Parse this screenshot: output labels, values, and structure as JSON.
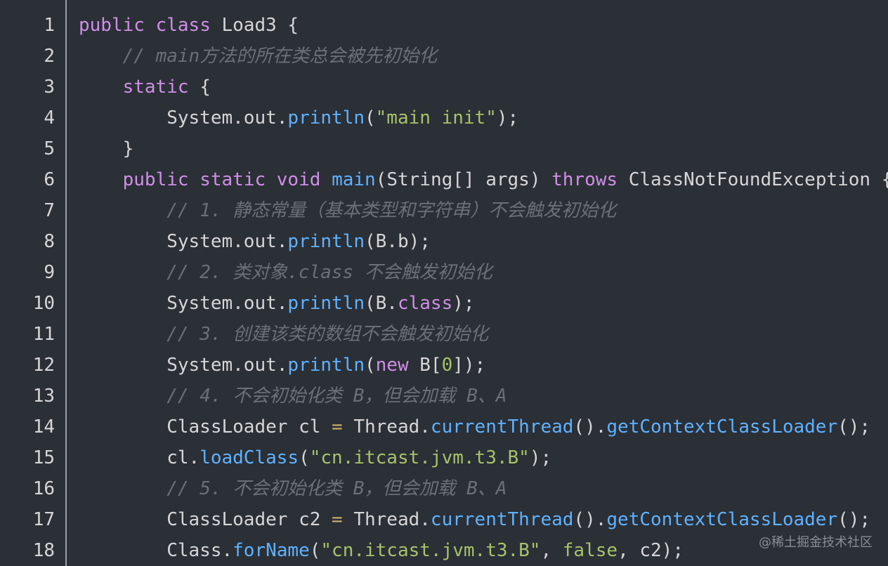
{
  "lines": [
    [
      {
        "t": "public ",
        "c": "kw"
      },
      {
        "t": "class ",
        "c": "kw"
      },
      {
        "t": "Load3 {",
        "c": "plain"
      }
    ],
    [
      {
        "t": "    ",
        "c": "plain"
      },
      {
        "t": "// main方法的所在类总会被先初始化",
        "c": "cm"
      }
    ],
    [
      {
        "t": "    ",
        "c": "plain"
      },
      {
        "t": "static",
        "c": "kw"
      },
      {
        "t": " {",
        "c": "plain"
      }
    ],
    [
      {
        "t": "        System.out.",
        "c": "plain"
      },
      {
        "t": "println",
        "c": "fn"
      },
      {
        "t": "(",
        "c": "plain"
      },
      {
        "t": "\"main init\"",
        "c": "str"
      },
      {
        "t": ");",
        "c": "plain"
      }
    ],
    [
      {
        "t": "    }",
        "c": "plain"
      }
    ],
    [
      {
        "t": "    ",
        "c": "plain"
      },
      {
        "t": "public ",
        "c": "kw"
      },
      {
        "t": "static ",
        "c": "kw"
      },
      {
        "t": "void ",
        "c": "kw"
      },
      {
        "t": "main",
        "c": "fn"
      },
      {
        "t": "(String[] args) ",
        "c": "plain"
      },
      {
        "t": "throws",
        "c": "kw"
      },
      {
        "t": " ClassNotFoundException {",
        "c": "plain"
      }
    ],
    [
      {
        "t": "        ",
        "c": "plain"
      },
      {
        "t": "// 1. 静态常量（基本类型和字符串）不会触发初始化",
        "c": "cm"
      }
    ],
    [
      {
        "t": "        System.out.",
        "c": "plain"
      },
      {
        "t": "println",
        "c": "fn"
      },
      {
        "t": "(B.b);",
        "c": "plain"
      }
    ],
    [
      {
        "t": "        ",
        "c": "plain"
      },
      {
        "t": "// 2. 类对象.class 不会触发初始化",
        "c": "cm"
      }
    ],
    [
      {
        "t": "        System.out.",
        "c": "plain"
      },
      {
        "t": "println",
        "c": "fn"
      },
      {
        "t": "(B.",
        "c": "plain"
      },
      {
        "t": "class",
        "c": "kw"
      },
      {
        "t": ");",
        "c": "plain"
      }
    ],
    [
      {
        "t": "        ",
        "c": "plain"
      },
      {
        "t": "// 3. 创建该类的数组不会触发初始化",
        "c": "cm"
      }
    ],
    [
      {
        "t": "        System.out.",
        "c": "plain"
      },
      {
        "t": "println",
        "c": "fn"
      },
      {
        "t": "(",
        "c": "plain"
      },
      {
        "t": "new",
        "c": "kw"
      },
      {
        "t": " B[",
        "c": "plain"
      },
      {
        "t": "0",
        "c": "num"
      },
      {
        "t": "]);",
        "c": "plain"
      }
    ],
    [
      {
        "t": "        ",
        "c": "plain"
      },
      {
        "t": "// 4. 不会初始化类 B，但会加载 B、A",
        "c": "cm"
      }
    ],
    [
      {
        "t": "        ClassLoader cl ",
        "c": "plain"
      },
      {
        "t": "=",
        "c": "op"
      },
      {
        "t": " Thread.",
        "c": "plain"
      },
      {
        "t": "currentThread",
        "c": "fn"
      },
      {
        "t": "().",
        "c": "plain"
      },
      {
        "t": "getContextClassLoader",
        "c": "fn"
      },
      {
        "t": "();",
        "c": "plain"
      }
    ],
    [
      {
        "t": "        cl.",
        "c": "plain"
      },
      {
        "t": "loadClass",
        "c": "fn"
      },
      {
        "t": "(",
        "c": "plain"
      },
      {
        "t": "\"cn.itcast.jvm.t3.B\"",
        "c": "str"
      },
      {
        "t": ");",
        "c": "plain"
      }
    ],
    [
      {
        "t": "        ",
        "c": "plain"
      },
      {
        "t": "// 5. 不会初始化类 B，但会加载 B、A",
        "c": "cm"
      }
    ],
    [
      {
        "t": "        ClassLoader c2 ",
        "c": "plain"
      },
      {
        "t": "=",
        "c": "op"
      },
      {
        "t": " Thread.",
        "c": "plain"
      },
      {
        "t": "currentThread",
        "c": "fn"
      },
      {
        "t": "().",
        "c": "plain"
      },
      {
        "t": "getContextClassLoader",
        "c": "fn"
      },
      {
        "t": "();",
        "c": "plain"
      }
    ],
    [
      {
        "t": "        Class.",
        "c": "plain"
      },
      {
        "t": "forName",
        "c": "fn"
      },
      {
        "t": "(",
        "c": "plain"
      },
      {
        "t": "\"cn.itcast.jvm.t3.B\"",
        "c": "str"
      },
      {
        "t": ", ",
        "c": "plain"
      },
      {
        "t": "false",
        "c": "str"
      },
      {
        "t": ", c2);",
        "c": "plain"
      }
    ]
  ],
  "line_numbers": [
    "1",
    "2",
    "3",
    "4",
    "5",
    "6",
    "7",
    "8",
    "9",
    "10",
    "11",
    "12",
    "13",
    "14",
    "15",
    "16",
    "17",
    "18"
  ],
  "watermark": "@稀土掘金技术社区"
}
